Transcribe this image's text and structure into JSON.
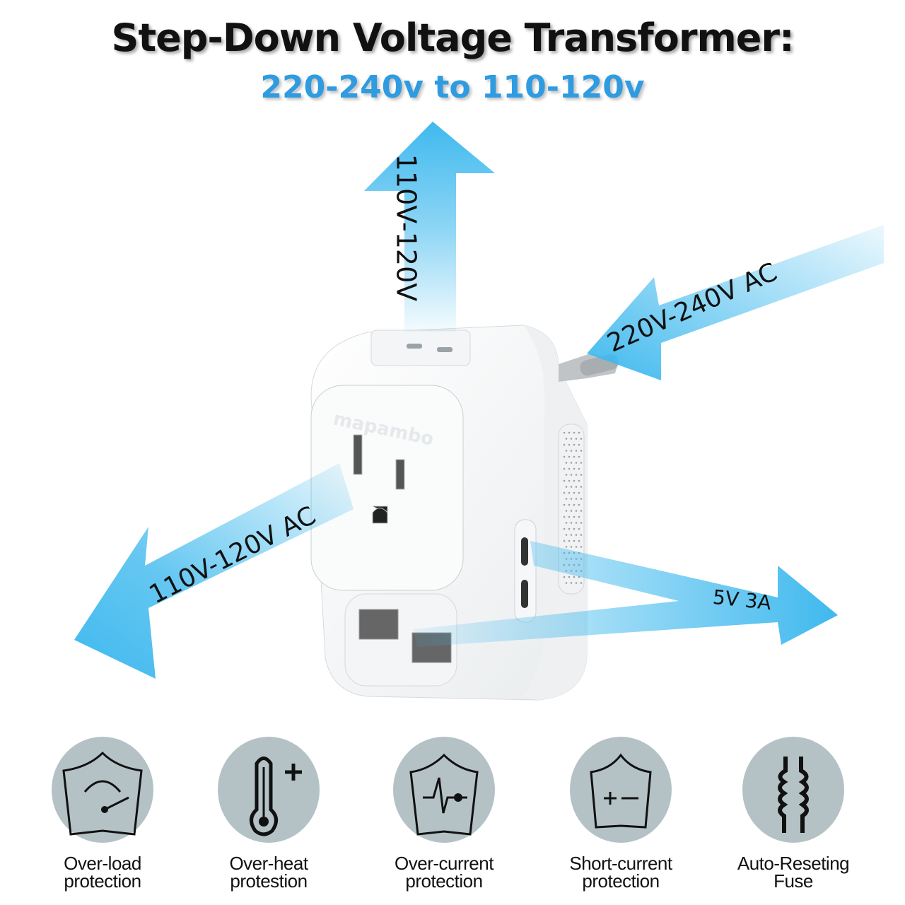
{
  "header": {
    "title": "Step-Down Voltage Transformer:",
    "subtitle": "220-240v to 110-120v"
  },
  "arrows": {
    "top_output": "110V-120V",
    "input": "220V-240V AC",
    "front_output": "110V-120V AC",
    "usb_output": "5V 3A"
  },
  "product": {
    "brand": "mapambo"
  },
  "colors": {
    "accent": "#2f9be0",
    "arrow": "#3fb9ee",
    "icon_bg": "#b4c2c6"
  },
  "features": [
    {
      "icon": "shield-gauge-icon",
      "line1": "Over-load",
      "line2": "protection"
    },
    {
      "icon": "thermometer-plus-icon",
      "line1": "Over-heat",
      "line2": "protestion"
    },
    {
      "icon": "shield-pulse-icon",
      "line1": "Over-current",
      "line2": "protection"
    },
    {
      "icon": "shield-plus-minus-icon",
      "line1": "Short-current",
      "line2": "protection"
    },
    {
      "icon": "fuse-icon",
      "line1": "Auto-Reseting",
      "line2": "Fuse"
    }
  ]
}
